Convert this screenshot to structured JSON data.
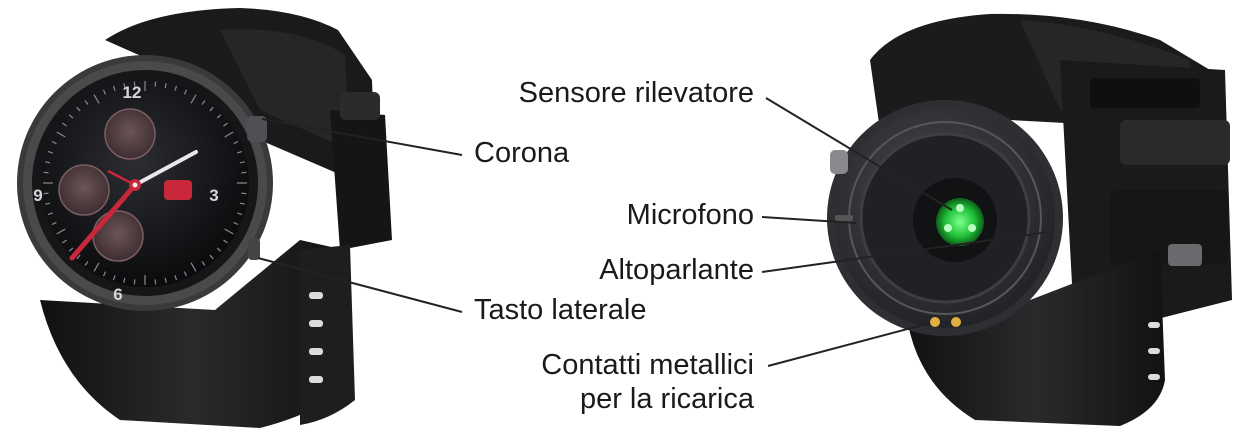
{
  "labels": {
    "corona": "Corona",
    "tasto_laterale": "Tasto laterale",
    "sensore": "Sensore rilevatore",
    "microfono": "Microfono",
    "altoparlante": "Altoparlante",
    "contatti_line1": "Contatti metallici",
    "contatti_line2": "per la ricarica"
  },
  "dial": {
    "numerals": [
      "12",
      "3",
      "6",
      "9"
    ]
  },
  "colors": {
    "strap": "#1c1c1c",
    "case": "#3a3a3c",
    "accent_red": "#c8283a",
    "sensor_green": "#22c33a",
    "contact_gold": "#e0b040",
    "leader_line": "#222222"
  }
}
